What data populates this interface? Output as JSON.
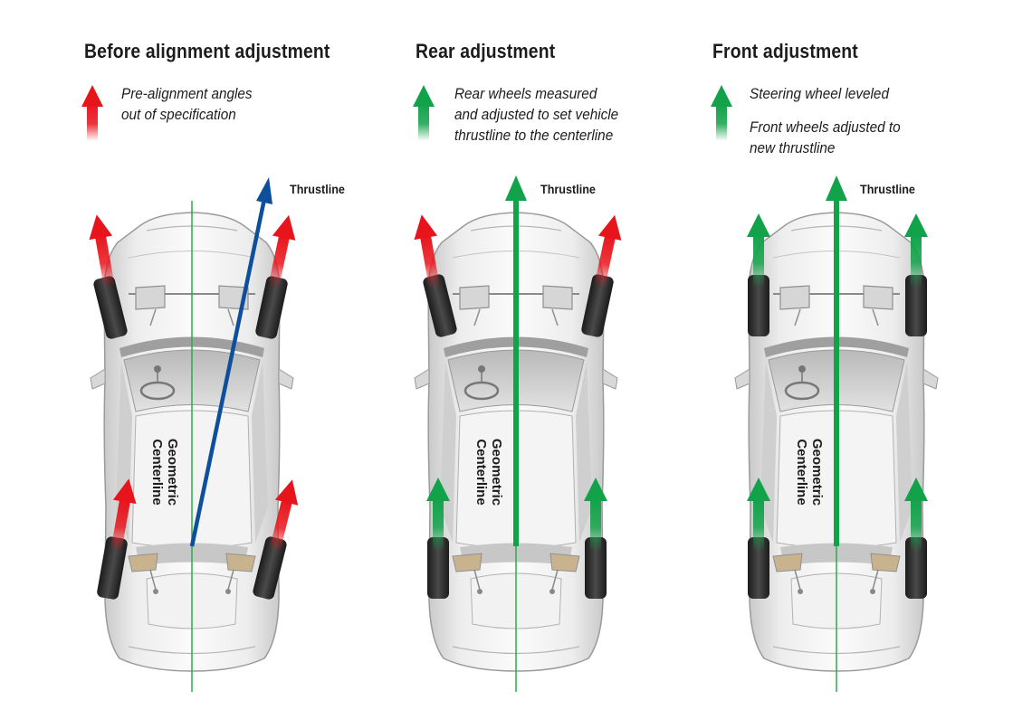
{
  "panels": [
    {
      "heading": "Before alignment adjustment",
      "note": [
        "Pre-alignment angles",
        "out of specification"
      ],
      "thrustline_label": "Thrustline",
      "centerline_label": [
        "Geometric",
        "Centerline"
      ]
    },
    {
      "heading": "Rear adjustment",
      "note": [
        "Rear wheels measured",
        "and adjusted to set vehicle",
        "thrustline to the centerline"
      ],
      "thrustline_label": "Thrustline",
      "centerline_label": [
        "Geometric",
        "Centerline"
      ]
    },
    {
      "heading": "Front adjustment",
      "note1": "Steering wheel leveled",
      "note2": [
        "Front wheels adjusted to",
        "new thrustline"
      ],
      "thrustline_label": "Thrustline",
      "centerline_label": [
        "Geometric",
        "Centerline"
      ]
    }
  ],
  "colors": {
    "out_of_spec": "#e8141c",
    "in_spec": "#12a24a",
    "thrustline_before": "#0e4f9c",
    "centerline": "#2fa84f"
  }
}
